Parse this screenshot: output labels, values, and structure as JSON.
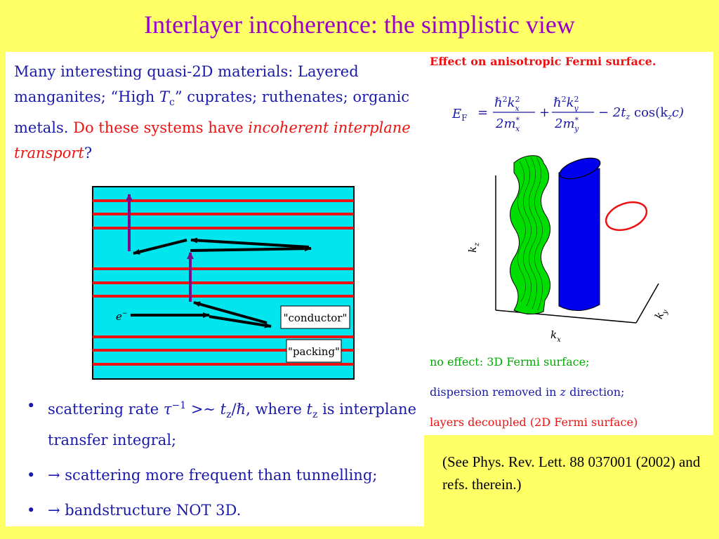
{
  "slide": {
    "title": "Interlayer incoherence: the simplistic view",
    "intro": {
      "part1": "Many interesting quasi-2D materials: Layered manganites; “High ",
      "Tc_symbol": "T",
      "Tc_sub": "c",
      "part2": "” cuprates; ruthenates; organic metals. ",
      "question_a": "Do these systems have ",
      "question_italic": "incoherent interplane transport",
      "question_end": "?"
    },
    "diagram": {
      "electron_label": "e",
      "electron_sup": "−",
      "conductor_label": "\"conductor\"",
      "packing_label": "\"packing\"",
      "colors": {
        "background": "#00e5ee",
        "layer": "#ee1111",
        "arrow_vertical": "#7a0a8a",
        "arrow": "#000000"
      }
    },
    "bullets": [
      {
        "text_a": "scattering rate ",
        "math_a": "τ",
        "sup_a": "−1",
        "math_b": " >∼ t",
        "sub_b": "z",
        "math_c": "/ℏ,",
        "text_b": " where ",
        "math_d": "t",
        "sub_d": "z",
        "text_c": " is interplane transfer integral;"
      },
      {
        "arrow": "→",
        "text": " scattering more frequent than tunnelling;"
      },
      {
        "arrow": "→",
        "text": " bandstructure NOT 3D."
      }
    ],
    "right": {
      "title": "Effect on anisotropic Fermi surface.",
      "formula": {
        "lhs": "E",
        "lhs_sub": "F",
        "eq": "=",
        "hbar_sq": "ℏ",
        "two": "2",
        "k": "k",
        "kx_sub": "x",
        "ky_sub": "y",
        "den": "2m",
        "star": "*",
        "plus": "+",
        "minus_term": "− 2t",
        "tz_sub": "z",
        "cos": " cos(k",
        "kz_sub": "z",
        "cos_end": "c)"
      },
      "fermi_axes": {
        "kz": "k",
        "kz_sub": "z",
        "kx": "k",
        "kx_sub": "x",
        "ky": "k",
        "ky_sub": "y"
      },
      "notes": [
        "no effect: 3D Fermi surface;",
        "dispersion removed in ",
        "z",
        " direction;",
        "layers decoupled (2D Fermi surface)"
      ],
      "colors": {
        "green": "#00dd00",
        "blue": "#0000ee",
        "red": "#ee1111"
      }
    },
    "reference": "(See Phys. Rev. Lett. 88 037001 (2002) and refs. therein.)"
  }
}
